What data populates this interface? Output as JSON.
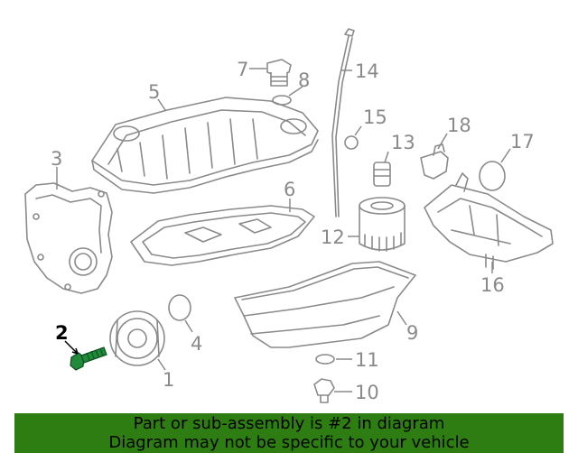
{
  "diagram": {
    "highlight_color": "#1f8a3a",
    "callouts": [
      {
        "id": "1",
        "label": "1"
      },
      {
        "id": "2",
        "label": "2",
        "highlighted": true
      },
      {
        "id": "3",
        "label": "3"
      },
      {
        "id": "4",
        "label": "4"
      },
      {
        "id": "5",
        "label": "5"
      },
      {
        "id": "6",
        "label": "6"
      },
      {
        "id": "7",
        "label": "7"
      },
      {
        "id": "8",
        "label": "8"
      },
      {
        "id": "9",
        "label": "9"
      },
      {
        "id": "10",
        "label": "10"
      },
      {
        "id": "11",
        "label": "11"
      },
      {
        "id": "12",
        "label": "12"
      },
      {
        "id": "13",
        "label": "13"
      },
      {
        "id": "14",
        "label": "14"
      },
      {
        "id": "15",
        "label": "15"
      },
      {
        "id": "16",
        "label": "16"
      },
      {
        "id": "17",
        "label": "17"
      },
      {
        "id": "18",
        "label": "18"
      }
    ]
  },
  "banner": {
    "line1": "Part or sub-assembly is #2 in diagram",
    "line2": "Diagram may not be specific to your vehicle",
    "background": "#2e7d12"
  }
}
